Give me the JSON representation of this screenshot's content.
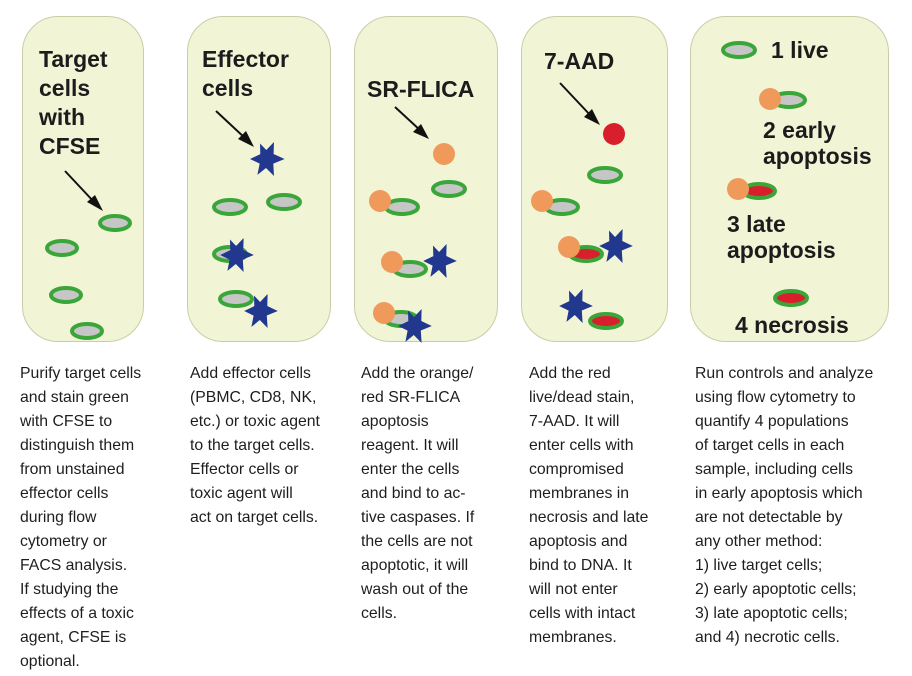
{
  "colors": {
    "tube_fill": "#f1f5d6",
    "tube_border": "#c7cea7",
    "cfse_green": "#3aa63a",
    "cell_gray": "#c6c6c6",
    "effector_blue": "#22388f",
    "flica_orange": "#ef9a5b",
    "aad_red": "#d8202c"
  },
  "icons": {
    "live_cell": "green-ring-cell-icon",
    "effector": "blue-star-cell-icon",
    "flica": "orange-dot-icon",
    "stain": "red-dot-icon"
  },
  "panels": [
    {
      "title": "Target\ncells\nwith\nCFSE",
      "caption": "Purify target cells\nand stain green\nwith CFSE to\ndistinguish them\nfrom unstained\neffector cells\nduring flow\ncytometry or\nFACS analysis.\nIf studying the\neffects of a toxic\nagent, CFSE is\noptional."
    },
    {
      "title": "Effector\ncells",
      "caption": "Add effector cells\n(PBMC, CD8, NK,\netc.) or toxic agent\nto the target cells.\nEffector cells or\ntoxic agent will\nact on target cells."
    },
    {
      "title": "SR-FLICA",
      "caption": "Add the orange/\nred SR-FLICA\napoptosis\nreagent. It will\nenter the cells\nand bind to ac-\ntive caspases. If\nthe cells are not\napoptotic, it will\nwash out of the\ncells."
    },
    {
      "title": "7-AAD",
      "caption": "Add the red\nlive/dead stain,\n7-AAD. It will\nenter cells with\ncompromised\nmembranes in\nnecrosis and late\napoptosis and\nbind to DNA. It\nwill not enter\ncells with intact\nmembranes."
    },
    {
      "legend": [
        "1 live",
        "2 early\napoptosis",
        "3 late\napoptosis",
        "4 necrosis"
      ],
      "caption": "Run controls and analyze\nusing flow cytometry to\nquantify 4 populations\nof target cells in each\nsample, including cells\nin early apoptosis which\nare not detectable by\nany other method:\n1) live target cells;\n2) early apoptotic cells;\n3) late apoptotic cells;\nand 4) necrotic cells."
    }
  ]
}
